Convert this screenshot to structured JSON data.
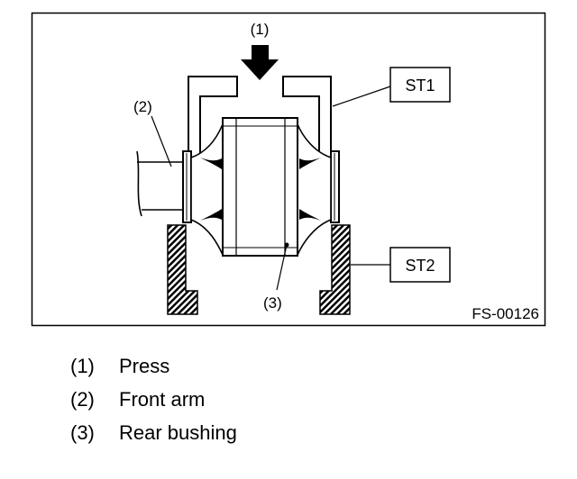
{
  "figure": {
    "callouts": {
      "press": "(1)",
      "front_arm": "(2)",
      "rear_bushing": "(3)"
    },
    "tool_labels": {
      "st1": "ST1",
      "st2": "ST2"
    },
    "figure_code": "FS-00126"
  },
  "legend": [
    {
      "number": "(1)",
      "label": "Press"
    },
    {
      "number": "(2)",
      "label": "Front arm"
    },
    {
      "number": "(3)",
      "label": "Rear bushing"
    }
  ]
}
